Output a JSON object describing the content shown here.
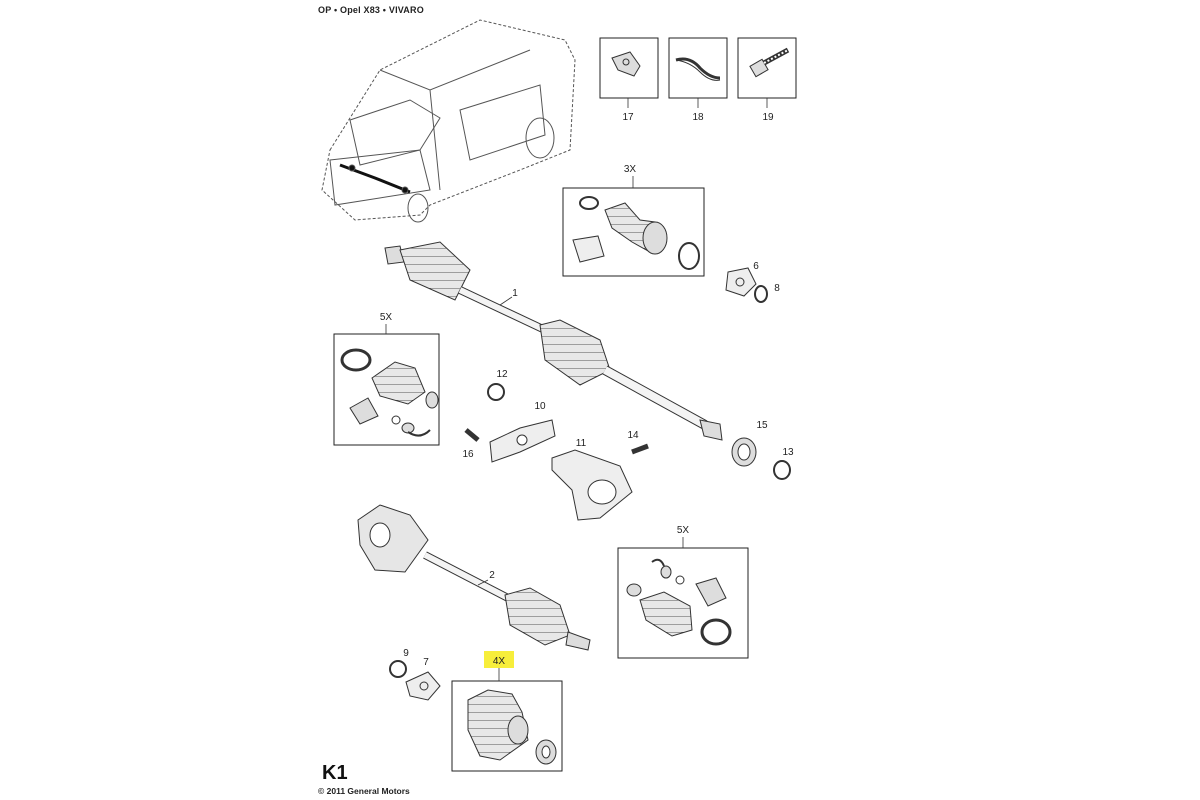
{
  "header": {
    "title": "OP • Opel X83 • VIVARO"
  },
  "footer": {
    "diagram_id": "K1",
    "copyright": "© 2011 General Motors"
  },
  "callouts": {
    "c1": "1",
    "c2": "2",
    "c6": "6",
    "c7": "7",
    "c8": "8",
    "c9": "9",
    "c10": "10",
    "c11": "11",
    "c12": "12",
    "c13": "13",
    "c14": "14",
    "c15": "15",
    "c16": "16",
    "c17": "17",
    "c18": "18",
    "c19": "19"
  },
  "kits": {
    "kit_top": "3X",
    "kit_left": "5X",
    "kit_right": "5X",
    "kit_bottom": "4X"
  },
  "colors": {
    "highlight": "#f7ee3b",
    "line": "#222222",
    "fill": "#f4f4f4"
  }
}
